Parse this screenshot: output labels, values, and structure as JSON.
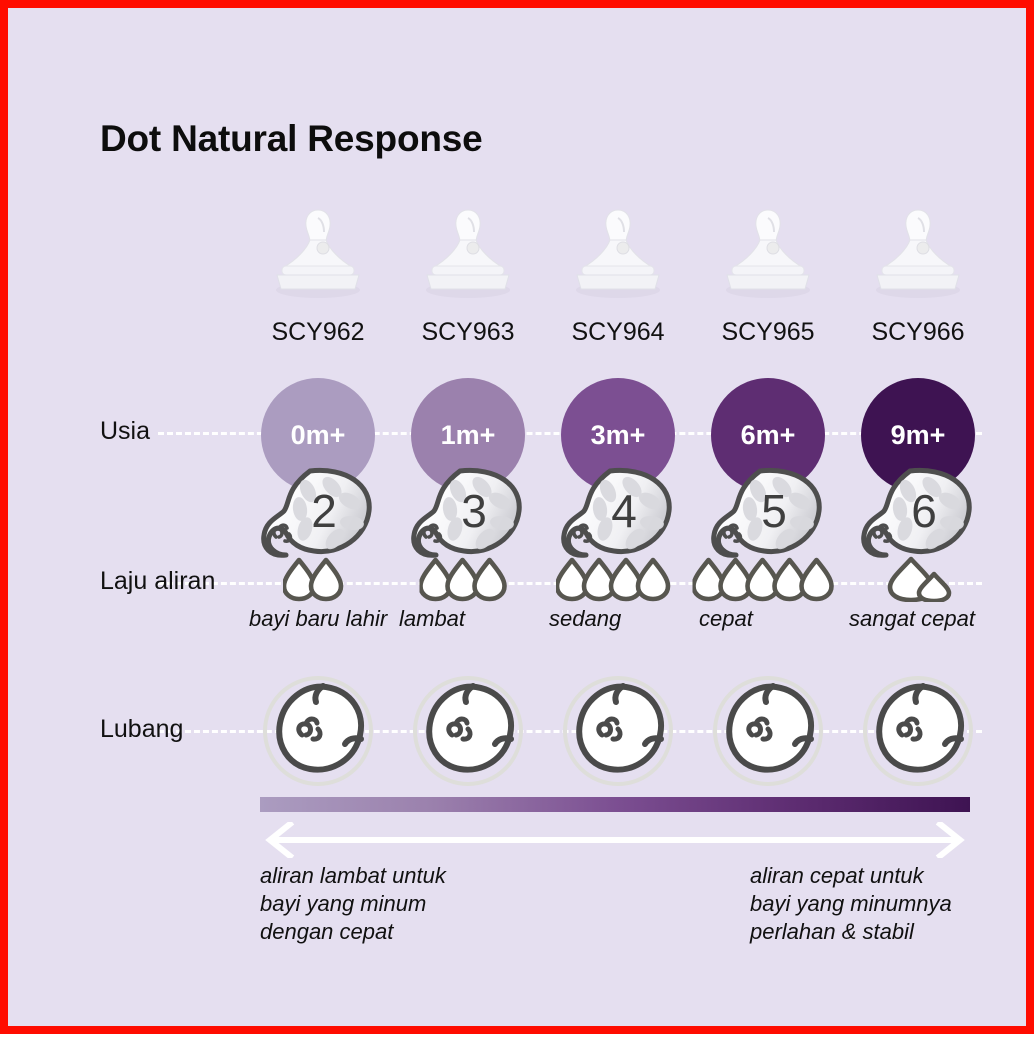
{
  "page": {
    "title": "Dot Natural Response",
    "background_color": "#e5dff0",
    "border_color": "#ff0c00"
  },
  "row_labels": {
    "age": "Usia",
    "flow_rate": "Laju aliran",
    "hole": "Lubang"
  },
  "columns": [
    {
      "code": "SCY962",
      "age": "0m+",
      "age_color": "#ab9cc0",
      "teat_number": "2",
      "drops": 2,
      "drop_style": "normal",
      "flow_label": "bayi\nbaru lahir"
    },
    {
      "code": "SCY963",
      "age": "1m+",
      "age_color": "#9b81ad",
      "teat_number": "3",
      "drops": 3,
      "drop_style": "normal",
      "flow_label": "lambat"
    },
    {
      "code": "SCY964",
      "age": "3m+",
      "age_color": "#7c4f92",
      "teat_number": "4",
      "drops": 4,
      "drop_style": "normal",
      "flow_label": "sedang"
    },
    {
      "code": "SCY965",
      "age": "6m+",
      "age_color": "#5e2d72",
      "teat_number": "5",
      "drops": 5,
      "drop_style": "normal",
      "flow_label": "cepat"
    },
    {
      "code": "SCY966",
      "age": "9m+",
      "age_color": "#3e1352",
      "teat_number": "6",
      "drops": 1,
      "drop_style": "double",
      "flow_label": "sangat\ncepat"
    }
  ],
  "scale": {
    "gradient_from": "#ab9cc0",
    "gradient_to": "#3e1352",
    "caption_left": "aliran lambat untuk\nbayi yang minum\ndengan cepat",
    "caption_right": "aliran cepat untuk\nbayi yang minumnya\nperlahan & stabil"
  }
}
